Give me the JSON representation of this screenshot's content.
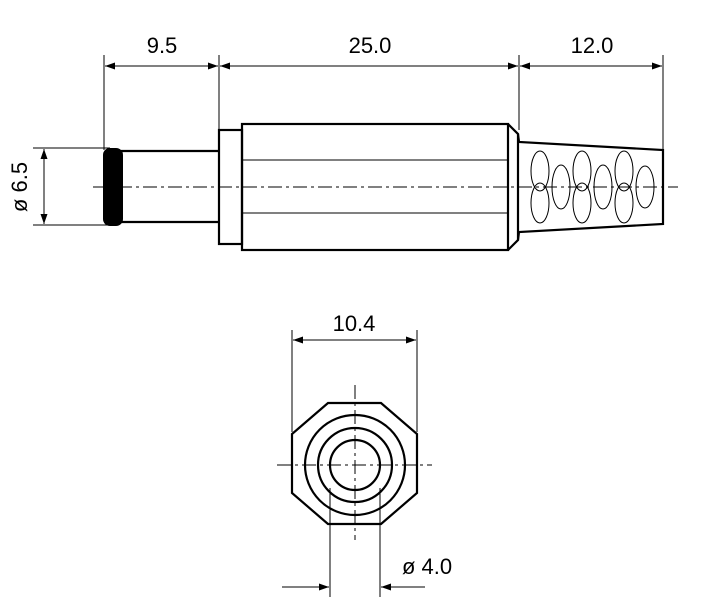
{
  "drawing": {
    "side_view": {
      "dims": {
        "tip_length": "9.5",
        "body_length": "25.0",
        "sleeve_length": "12.0",
        "tip_diameter": "ø 6.5"
      }
    },
    "end_view": {
      "dims": {
        "width": "10.4",
        "bore_diameter": "ø 4.0"
      }
    }
  }
}
